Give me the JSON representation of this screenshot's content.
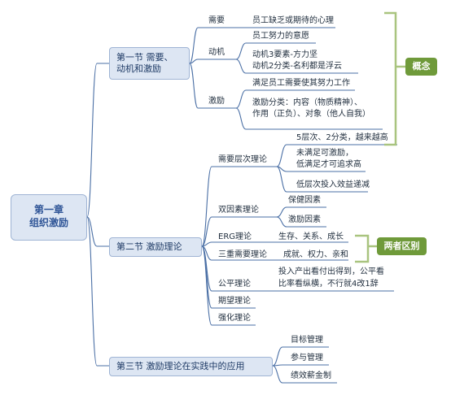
{
  "root": {
    "line1": "第一章",
    "line2": "组织激励"
  },
  "sections": {
    "s1": {
      "line1": "第一节 需要、",
      "line2": "动机和激励"
    },
    "s2": {
      "label": "第二节 激励理论"
    },
    "s3": {
      "label": "第三节 激励理论在实践中的应用"
    }
  },
  "s1": {
    "need": {
      "label": "需要",
      "desc": "员工缺乏或期待的心理"
    },
    "motive": {
      "label": "动机",
      "d1": "员工努力的意愿",
      "d2a": "动机3要素-方力坚",
      "d2b": "动机2分类-名利都是浮云"
    },
    "incentive": {
      "label": "激励",
      "d1": "满足员工需要使其努力工作",
      "d2a": "激励分类：内容（物质精神）、",
      "d2b": "作用（正负）、对象（他人自我）"
    }
  },
  "s2": {
    "maslow": {
      "label": "需要层次理论",
      "d1": "5层次、2分类，越来越高",
      "d2a": "未满足可激励，",
      "d2b": "低满足才可追求高",
      "d3": "低层次投入效益递减"
    },
    "twofactor": {
      "label": "双因素理论",
      "d1": "保健因素",
      "d2": "激励因素"
    },
    "erg": {
      "label": "ERG理论",
      "desc": "生存、关系、成长"
    },
    "three": {
      "label": "三重需要理论",
      "desc": "成就、权力、亲和"
    },
    "equity": {
      "label": "公平理论",
      "d1": "投入产出看付出得到，公平看",
      "d2": "比率看纵横，不行就4改1辞"
    },
    "expect": {
      "label": "期望理论"
    },
    "reinforce": {
      "label": "强化理论"
    }
  },
  "s3": {
    "i1": "目标管理",
    "i2": "参与管理",
    "i3": "绩效薪金制"
  },
  "tags": {
    "concept": "概念",
    "difference": "两者区别"
  }
}
